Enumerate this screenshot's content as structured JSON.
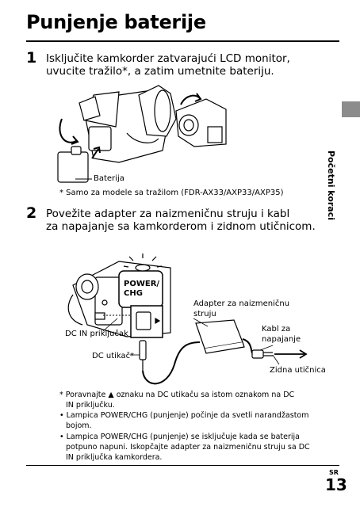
{
  "page": {
    "title": "Punjenje baterije",
    "side_label": "Početni koraci",
    "lang_code": "SR",
    "page_number": "13"
  },
  "step1": {
    "number": "1",
    "line1": "Isključite kamkorder zatvarajući LCD monitor,",
    "line2": "uvucite tražilo*, a zatim umetnite bateriju.",
    "battery_label": "Baterija",
    "footnote": "* Samo za modele sa tražilom (FDR-AX33/AXP33/AXP35)"
  },
  "step2": {
    "number": "2",
    "line1": "Povežite adapter za naizmeničnu struju i kabl",
    "line2": "za napajanje sa kamkorderom i zidnom utičnicom.",
    "power_label_1": "POWER/",
    "power_label_2": "CHG",
    "adapter_label_1": "Adapter za naizmeničnu",
    "adapter_label_2": "struju",
    "dc_in_label": "DC IN priključak",
    "cable_label_1": "Kabl za",
    "cable_label_2": "napajanje",
    "dc_plug_label": "DC utikač*",
    "outlet_label": "Zidna utičnica"
  },
  "notes": {
    "note1_a": "* Poravnajte ▲ oznaku na DC utikaču sa istom oznakom na DC",
    "note1_b": "IN priključku.",
    "note2_a": "• Lampica POWER/CHG (punjenje) počinje da svetli narandžastom",
    "note2_b": "bojom.",
    "note3_a": "• Lampica POWER/CHG (punjenje) se isključuje kada se baterija",
    "note3_b": "potpuno napuni. Iskopčajte adapter za naizmeničnu struju sa DC",
    "note3_c": "IN priključka kamkordera."
  }
}
